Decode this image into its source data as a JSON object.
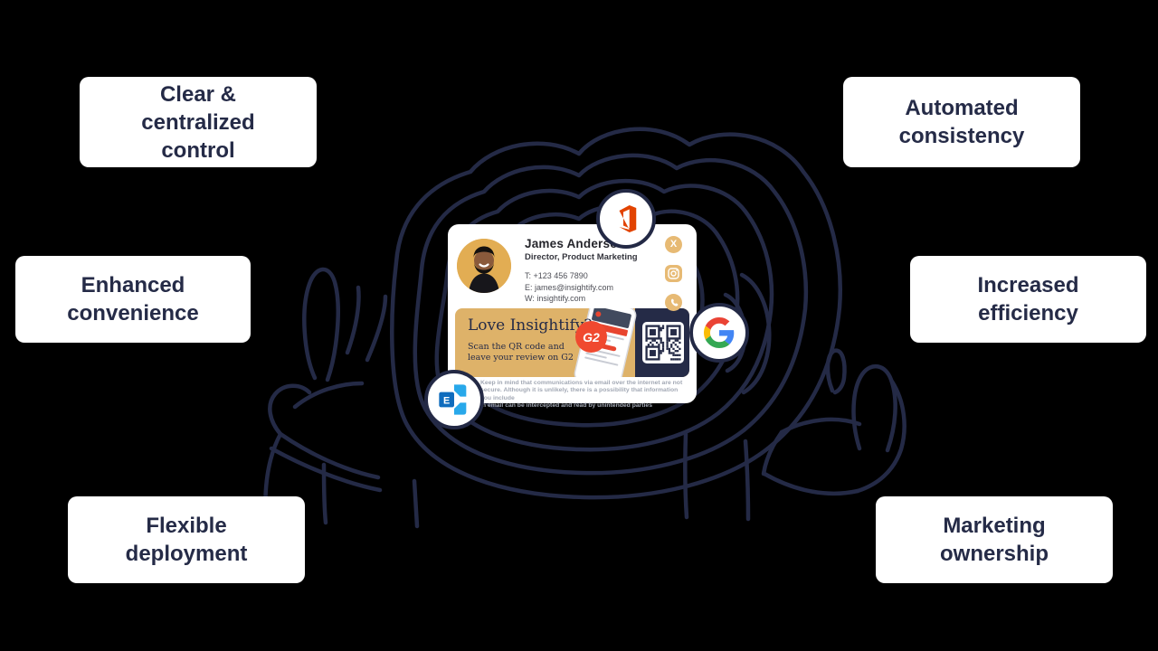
{
  "benefit_labels": [
    {
      "id": "clear-centralized-control",
      "lines": [
        "Clear &",
        "centralized",
        "control"
      ]
    },
    {
      "id": "automated-consistency",
      "lines": [
        "Automated",
        "consistency"
      ]
    },
    {
      "id": "enhanced-convenience",
      "lines": [
        "Enhanced",
        "convenience"
      ]
    },
    {
      "id": "increased-efficiency",
      "lines": [
        "Increased",
        "efficiency"
      ]
    },
    {
      "id": "flexible-deployment",
      "lines": [
        "Flexible",
        "deployment"
      ]
    },
    {
      "id": "marketing-ownership",
      "lines": [
        "Marketing",
        "ownership"
      ]
    }
  ],
  "signature_card": {
    "name": "James Anderson",
    "job_title": "Director, Product Marketing",
    "contact": {
      "phone": "T: +123 456 7890",
      "email": "E: james@insightify.com",
      "website": "W: insightify.com"
    },
    "banner": {
      "headline": "Love Insightify?",
      "subline_lines": [
        "Scan the QR code and",
        "leave your review on G2"
      ],
      "g2_badge_text": "G2"
    },
    "disclaimer_lines": [
      "Keep in mind that communications via email over the internet are not",
      "secure. Although it is unlikely, there is a possibility that information you include",
      "in email can be intercepted and read by unintended parties"
    ]
  },
  "social_icons": [
    {
      "name": "x-twitter",
      "glyph": "X"
    },
    {
      "name": "instagram"
    },
    {
      "name": "phone"
    }
  ],
  "integration_icons": [
    {
      "name": "microsoft-office"
    },
    {
      "name": "google"
    },
    {
      "name": "microsoft-exchange",
      "letter": "E"
    }
  ],
  "colors": {
    "background": "#000000",
    "illustration_stroke": "#242a46",
    "label_text": "#252b47",
    "card_background": "#ffffff",
    "banner_tan": "#deb269",
    "banner_navy": "#252b47",
    "social_icon_tan": "#e7ba74",
    "avatar_background": "#e2ad53",
    "g2_red": "#f0492f",
    "office_orange": "#e24301",
    "exchange_light_blue": "#28a8ea",
    "exchange_dark_blue": "#0f6cbd"
  }
}
